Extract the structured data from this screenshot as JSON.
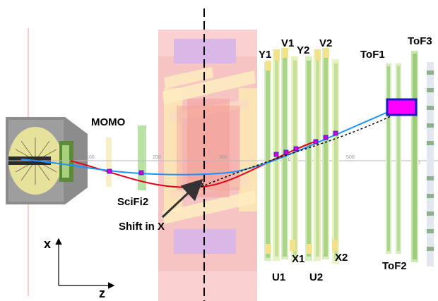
{
  "labels": {
    "momo": "MOMO",
    "scifi2": "SciFi2",
    "shift": "Shift in X",
    "y1": "Y1",
    "v1": "V1",
    "y2": "Y2",
    "v2": "V2",
    "u1": "U1",
    "x1": "X1",
    "u2": "U2",
    "x2": "X2",
    "tof1": "ToF1",
    "tof2": "ToF2",
    "tof3": "ToF3"
  },
  "axes": {
    "x_label": "x",
    "z_label": "z",
    "ticks": [
      "100",
      "200",
      "300",
      "400",
      "500",
      "600"
    ]
  },
  "colors": {
    "blue_track": "#1e90ff",
    "red_track": "#e0001a",
    "dashed_track": "#000000",
    "hit_marker": "#d000d0",
    "tof_box_fill": "#ff00ff",
    "tof_box_stroke": "#1a1acc",
    "magnet": "#f9c8c8"
  },
  "icons": {
    "shift_arrow": "arrow-up-right-icon",
    "x_axis_arrow": "arrow-up-icon",
    "z_axis_arrow": "arrow-right-icon"
  }
}
